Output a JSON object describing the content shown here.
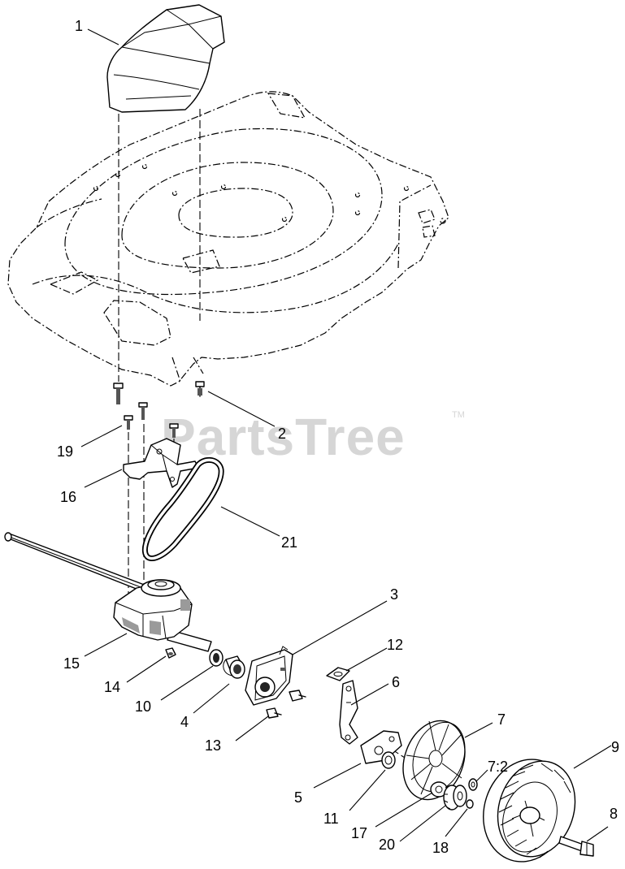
{
  "watermark": {
    "text": "PartsTree",
    "trademark": "TM"
  },
  "callouts": [
    {
      "id": "c1",
      "text": "1"
    },
    {
      "id": "c2",
      "text": "2"
    },
    {
      "id": "c3",
      "text": "3"
    },
    {
      "id": "c4",
      "text": "4"
    },
    {
      "id": "c5",
      "text": "5"
    },
    {
      "id": "c6",
      "text": "6"
    },
    {
      "id": "c7",
      "text": "7"
    },
    {
      "id": "c72",
      "text": "7:2"
    },
    {
      "id": "c8",
      "text": "8"
    },
    {
      "id": "c9",
      "text": "9"
    },
    {
      "id": "c10",
      "text": "10"
    },
    {
      "id": "c11",
      "text": "11"
    },
    {
      "id": "c12",
      "text": "12"
    },
    {
      "id": "c13",
      "text": "13"
    },
    {
      "id": "c14",
      "text": "14"
    },
    {
      "id": "c15",
      "text": "15"
    },
    {
      "id": "c16",
      "text": "16"
    },
    {
      "id": "c17",
      "text": "17"
    },
    {
      "id": "c18",
      "text": "18"
    },
    {
      "id": "c19",
      "text": "19"
    },
    {
      "id": "c20",
      "text": "20"
    },
    {
      "id": "c21",
      "text": "21"
    }
  ]
}
